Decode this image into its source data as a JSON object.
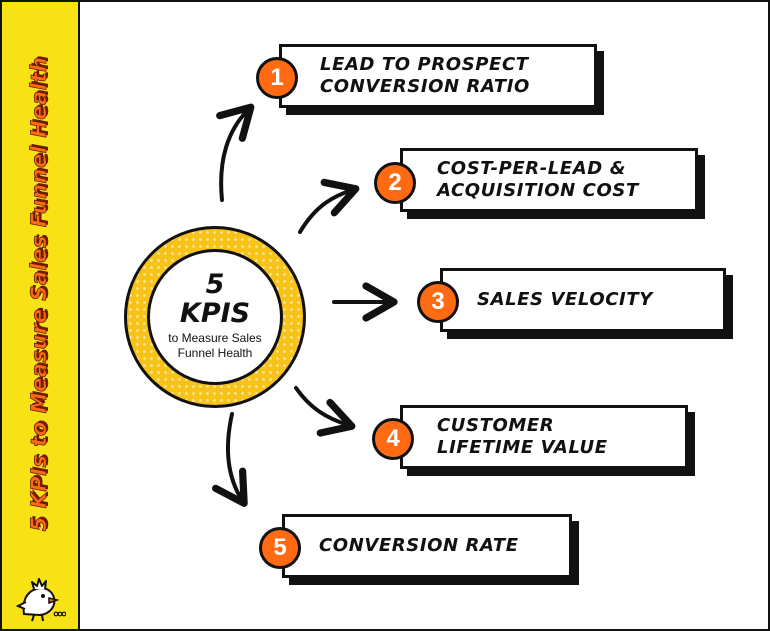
{
  "sidebar": {
    "title": "5 KPIs to Measure Sales Funnel Health"
  },
  "hub": {
    "number": "5",
    "word": "KPIS",
    "subtitle": "to Measure Sales Funnel Health"
  },
  "kpis": [
    {
      "number": "1",
      "label": "LEAD TO PROSPECT CONVERSION RATIO"
    },
    {
      "number": "2",
      "label": "COST-PER-LEAD & ACQUISITION COST"
    },
    {
      "number": "3",
      "label": "SALES VELOCITY"
    },
    {
      "number": "4",
      "label": "CUSTOMER LIFETIME VALUE"
    },
    {
      "number": "5",
      "label": "CONVERSION RATE"
    }
  ],
  "colors": {
    "sidebar": "#f7e315",
    "title": "#ff6a13",
    "hub_ring": "#f7c318",
    "badge": "#ff6a13",
    "ink": "#111111"
  }
}
